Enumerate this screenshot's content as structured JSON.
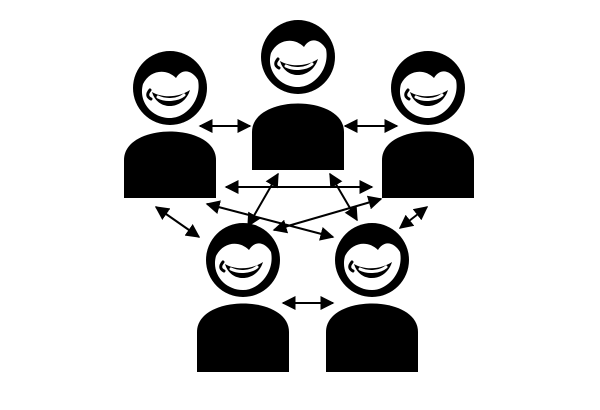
{
  "diagram": {
    "people": [
      {
        "id": "left"
      },
      {
        "id": "center"
      },
      {
        "id": "right"
      },
      {
        "id": "bottom-left"
      },
      {
        "id": "bottom-right"
      }
    ],
    "connections": [
      {
        "from": "left",
        "to": "center"
      },
      {
        "from": "center",
        "to": "right"
      },
      {
        "from": "left",
        "to": "right"
      },
      {
        "from": "center",
        "to": "bottom-left"
      },
      {
        "from": "center",
        "to": "bottom-right"
      },
      {
        "from": "left",
        "to": "bottom-left"
      },
      {
        "from": "left",
        "to": "bottom-right"
      },
      {
        "from": "right",
        "to": "bottom-left"
      },
      {
        "from": "right",
        "to": "bottom-right"
      },
      {
        "from": "bottom-left",
        "to": "bottom-right"
      }
    ],
    "colors": {
      "figure": "#000000",
      "face": "#ffffff",
      "background": "#ffffff"
    }
  }
}
